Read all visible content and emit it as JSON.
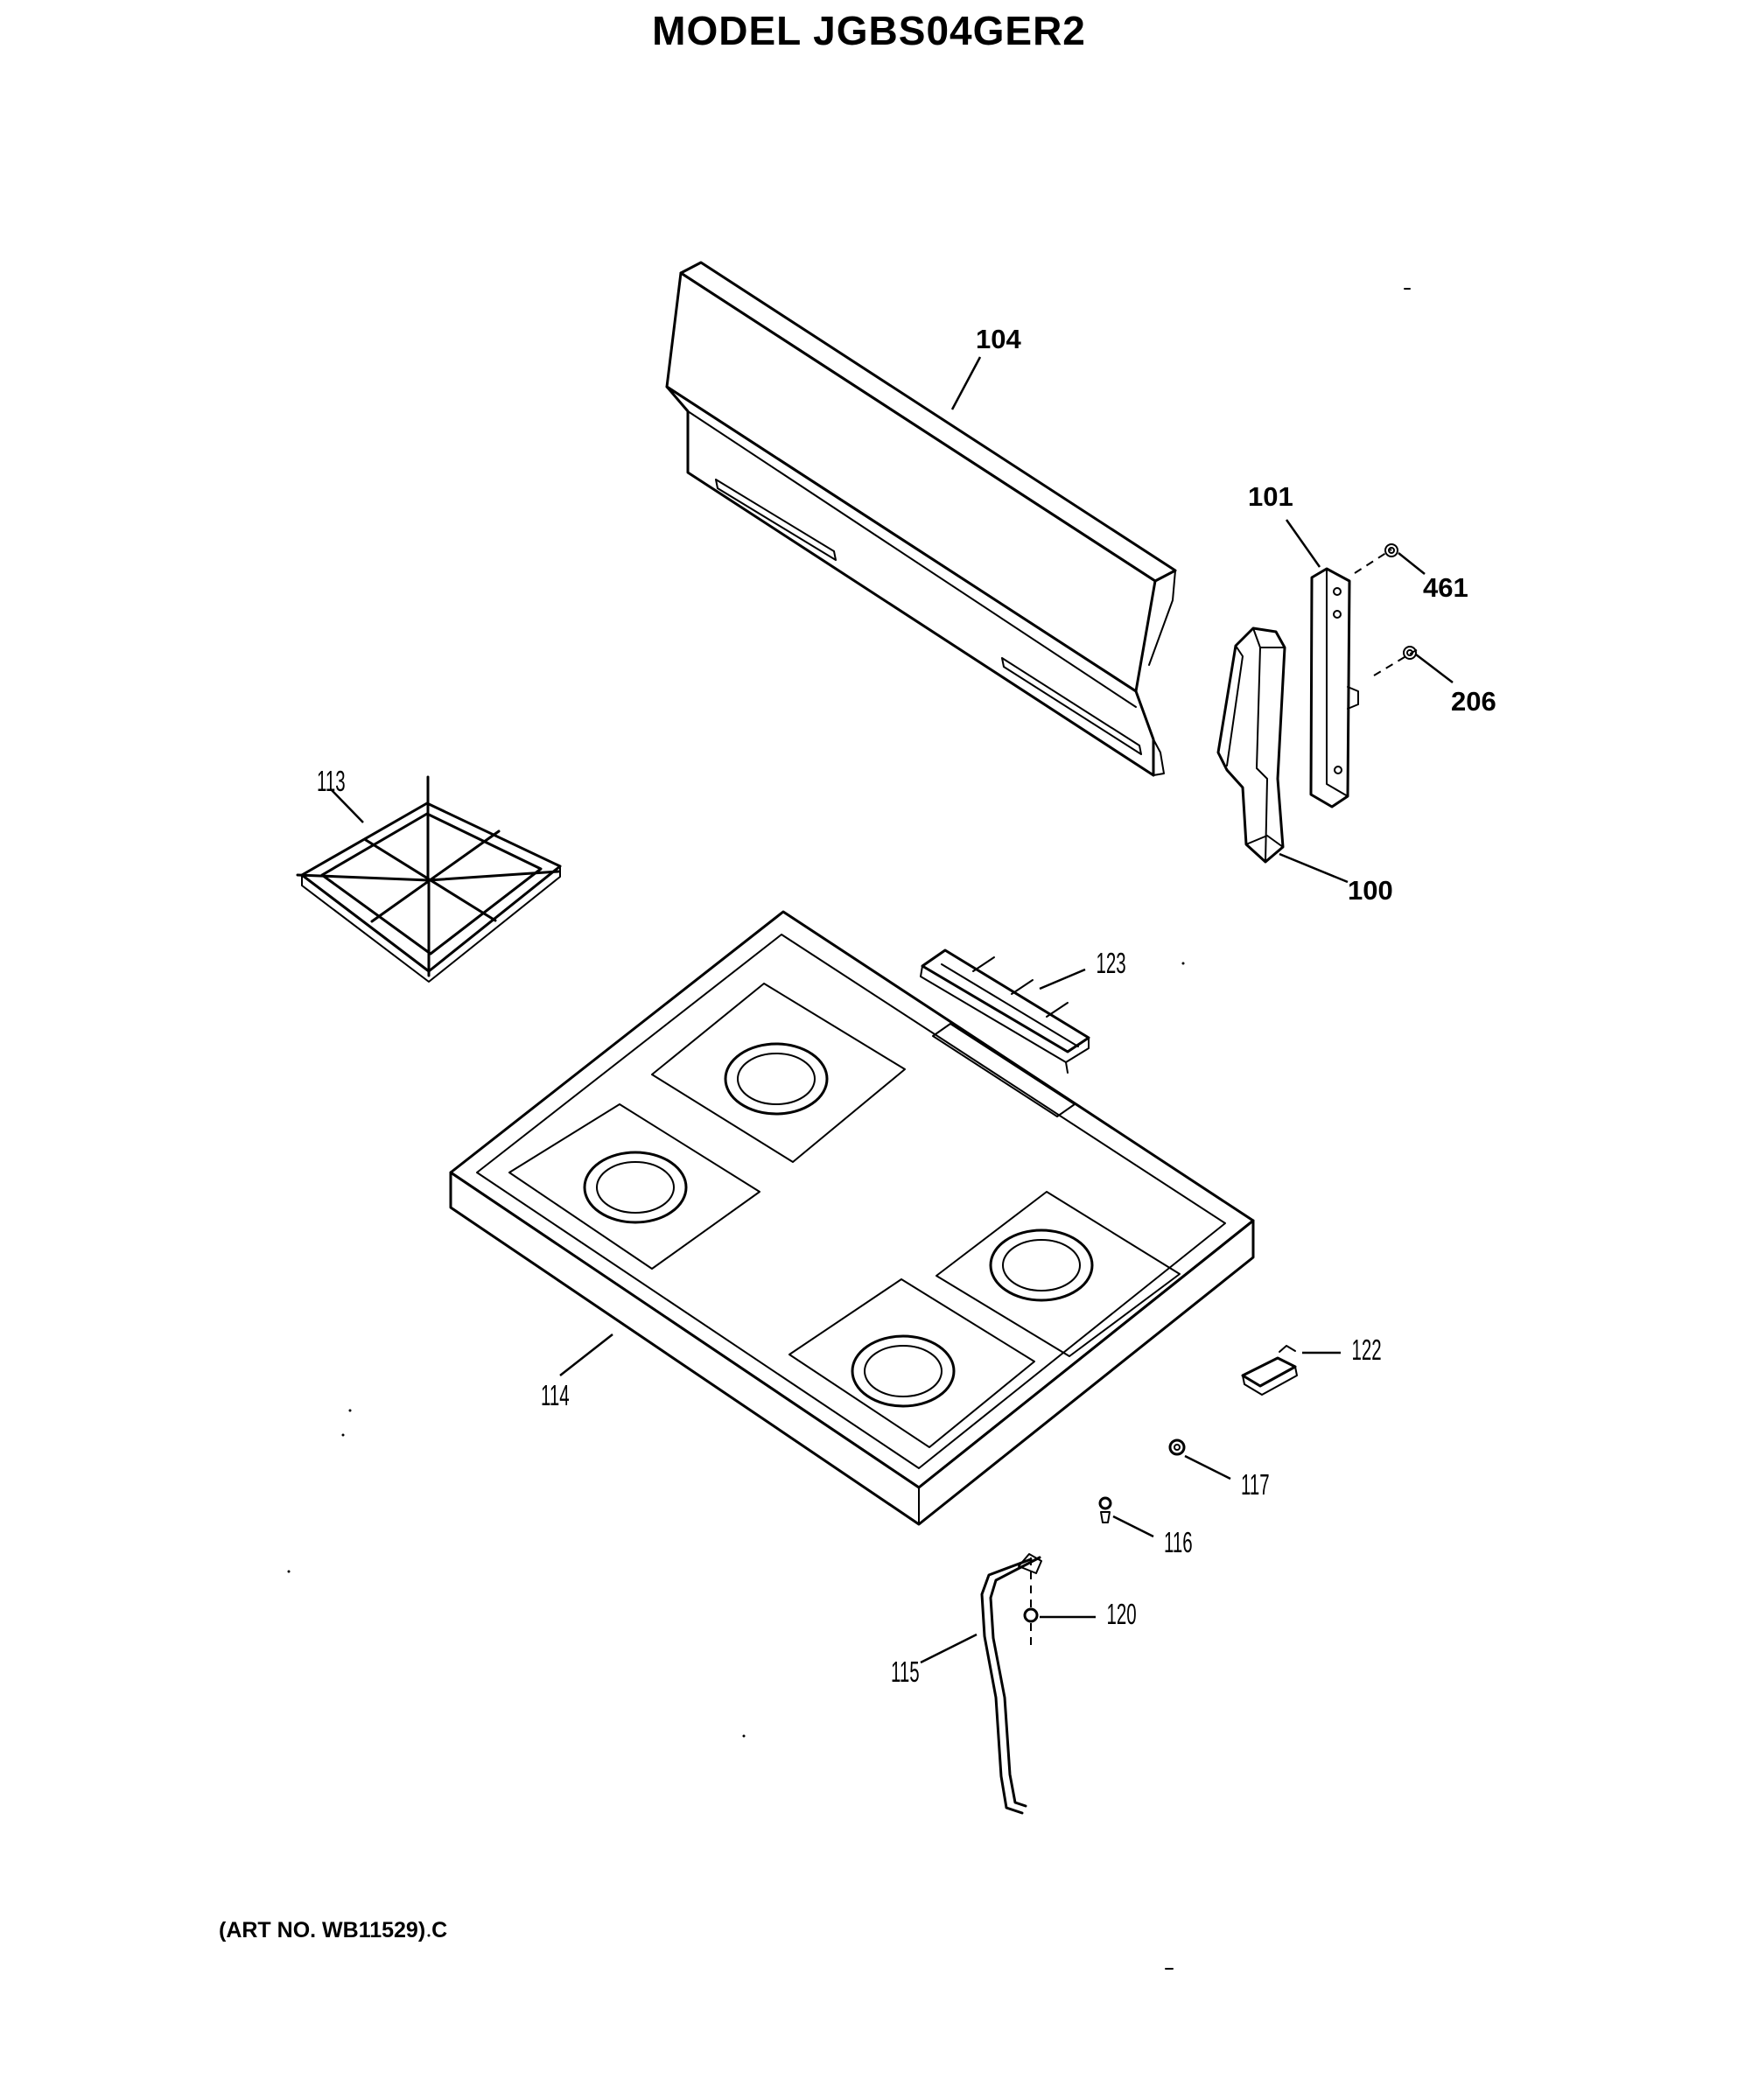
{
  "title": "MODEL JGBS04GER2",
  "art_number": "(ART NO. WB11529) C",
  "callouts": {
    "p100": "100",
    "p101": "101",
    "p104": "104",
    "p113": "113",
    "p114": "114",
    "p115": "115",
    "p116": "116",
    "p117": "117",
    "p120": "120",
    "p122": "122",
    "p123": "123",
    "p206": "206",
    "p461": "461"
  }
}
